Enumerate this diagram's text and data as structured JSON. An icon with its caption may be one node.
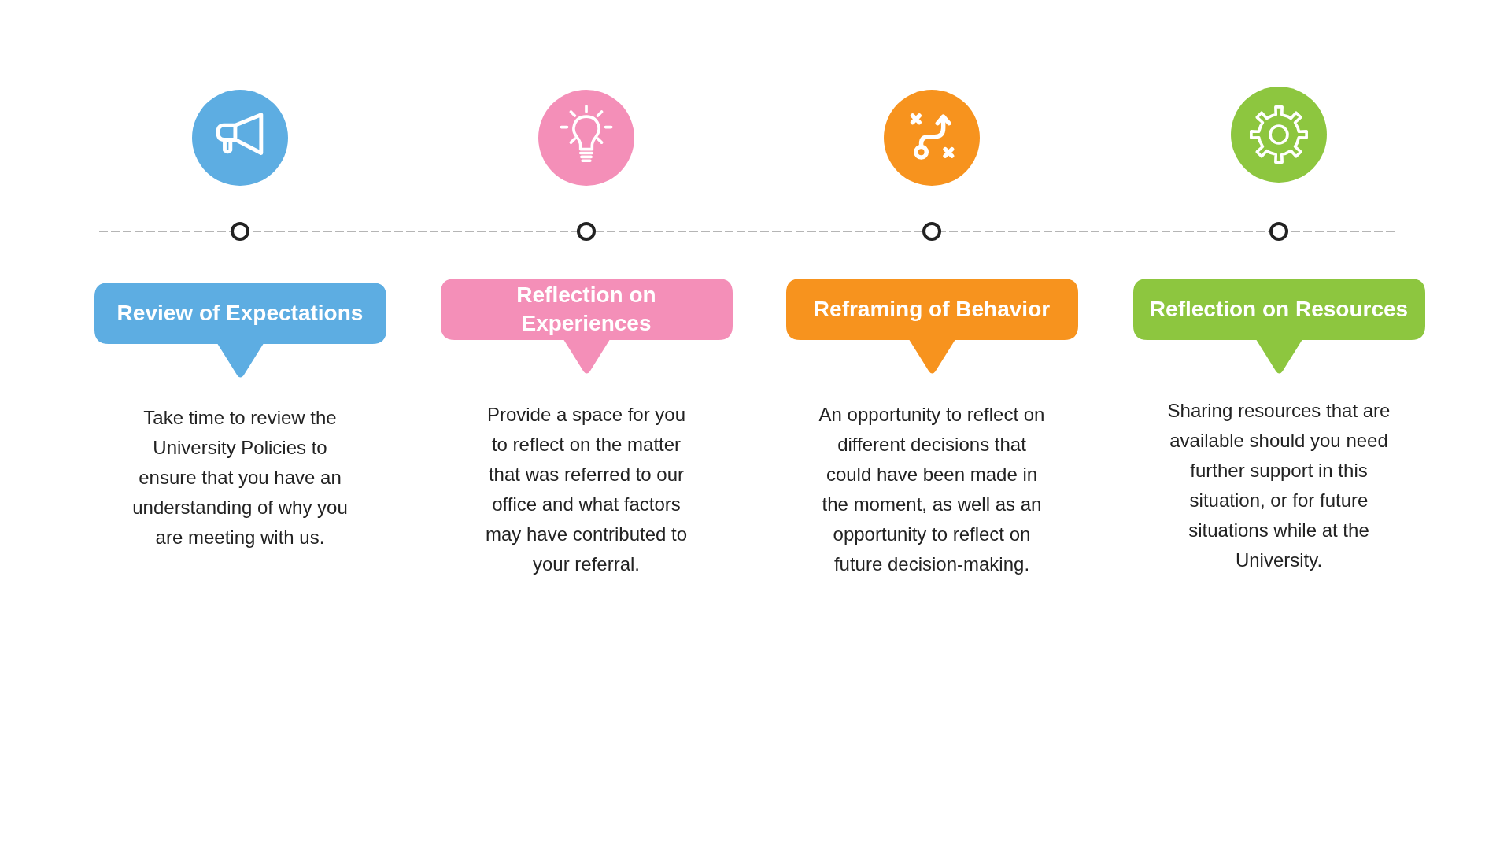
{
  "diagram": {
    "nodes": [
      {
        "text": [
          "Review of Expectations"
        ],
        "beside": [
          "Take time to review the University Policies to ensure that you have an understanding of why you are meeting with us."
        ]
      },
      {
        "text": [
          "Reflection on Experiences"
        ],
        "beside": [
          "Provide a space for you to reflect on the matter that was referred to our office and what factors may have contributed to your referral."
        ]
      },
      {
        "text": [
          "Reframing of Behavior"
        ],
        "beside": [
          "An opportunity to reflect on different decisions that could have been made in the moment, as well as an opportunity to reflect on future decision-making."
        ]
      },
      {
        "text": [
          "Reflection on Resources"
        ],
        "beside": [
          "Sharing resources that are available should you need further support in this situation, or for future situations while at the University."
        ]
      }
    ]
  }
}
